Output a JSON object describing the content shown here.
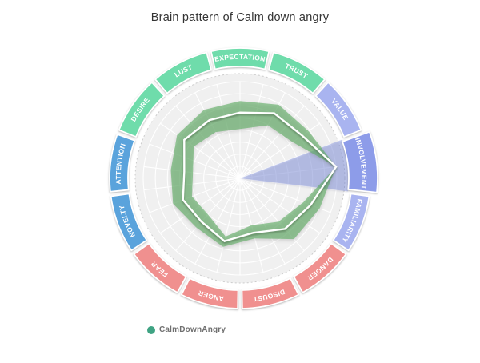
{
  "title": "Brain pattern of Calm down angry",
  "legend": {
    "series_label": "CalmDownAngry",
    "dot_color": "#3fa383",
    "text_color": "#6f6f6f"
  },
  "colors": {
    "green": "#6fdcab",
    "purple": "#a9b4f0",
    "purple_selected": "#8d9ce9",
    "blue": "#5aa3dc",
    "red": "#f0908f",
    "band_fill": "rgba(94,172,98,0.62)",
    "band_line": "#ffffff",
    "wedge_fill": "rgba(125,143,228,0.40)",
    "disc_fill": "#f0f0f0",
    "disc_border": "#cccccc",
    "grid_line": "#ffffff",
    "title_color": "#333333"
  },
  "chart_data": {
    "type": "radar",
    "title": "Brain pattern of Calm down angry",
    "axes": [
      {
        "label": "EXPECTATION",
        "group": "green"
      },
      {
        "label": "TRUST",
        "group": "green"
      },
      {
        "label": "VALUE",
        "group": "purple"
      },
      {
        "label": "INVOLVEMENT",
        "group": "purple_selected"
      },
      {
        "label": "FAMILIARITY",
        "group": "purple"
      },
      {
        "label": "DANGER",
        "group": "red"
      },
      {
        "label": "DISGUST",
        "group": "red"
      },
      {
        "label": "ANGER",
        "group": "red"
      },
      {
        "label": "FEAR",
        "group": "red"
      },
      {
        "label": "NOVELTY",
        "group": "blue"
      },
      {
        "label": "ATTENTION",
        "group": "blue"
      },
      {
        "label": "DESIRE",
        "group": "green"
      },
      {
        "label": "LUST",
        "group": "green"
      }
    ],
    "selected_axis": "INVOLVEMENT",
    "series": [
      {
        "name": "CalmDownAngry",
        "mid": [
          0.68,
          0.76,
          0.78,
          1.0,
          0.78,
          0.7,
          0.58,
          0.67,
          0.6,
          0.63,
          0.58,
          0.7,
          0.68
        ],
        "upper": [
          0.8,
          0.86,
          0.86,
          1.0,
          0.88,
          0.84,
          0.64,
          0.73,
          0.68,
          0.74,
          0.72,
          0.79,
          0.8
        ],
        "lower": [
          0.51,
          0.62,
          0.66,
          1.0,
          0.7,
          0.6,
          0.5,
          0.62,
          0.5,
          0.53,
          0.49,
          0.58,
          0.54
        ]
      }
    ],
    "scale": {
      "min": 0,
      "max": 1,
      "rings": 8,
      "spokes": 26
    },
    "legend_position": "bottom-left",
    "grid": true
  }
}
